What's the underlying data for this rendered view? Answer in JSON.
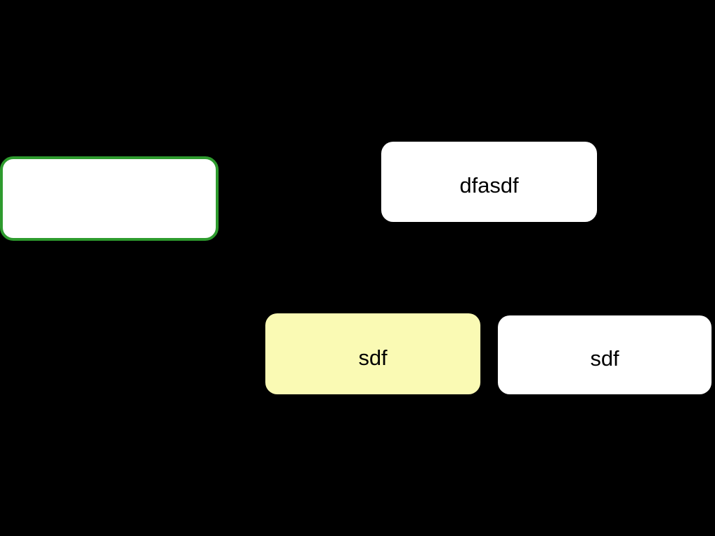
{
  "canvas": {
    "background_color": "#000000"
  },
  "nodes": [
    {
      "id": "empty-selected-node",
      "label": "",
      "fill_color": "#ffffff",
      "border_color": "#2e9b2e",
      "text_color": "#000000",
      "selected": true
    },
    {
      "id": "dfasdf-node",
      "label": "dfasdf",
      "fill_color": "#ffffff",
      "border_color": "",
      "text_color": "#000000",
      "selected": false
    },
    {
      "id": "sdf-yellow-node",
      "label": "sdf",
      "fill_color": "#fafab4",
      "border_color": "",
      "text_color": "#000000",
      "selected": false
    },
    {
      "id": "sdf-white-node",
      "label": "sdf",
      "fill_color": "#ffffff",
      "border_color": "",
      "text_color": "#000000",
      "selected": false
    }
  ]
}
